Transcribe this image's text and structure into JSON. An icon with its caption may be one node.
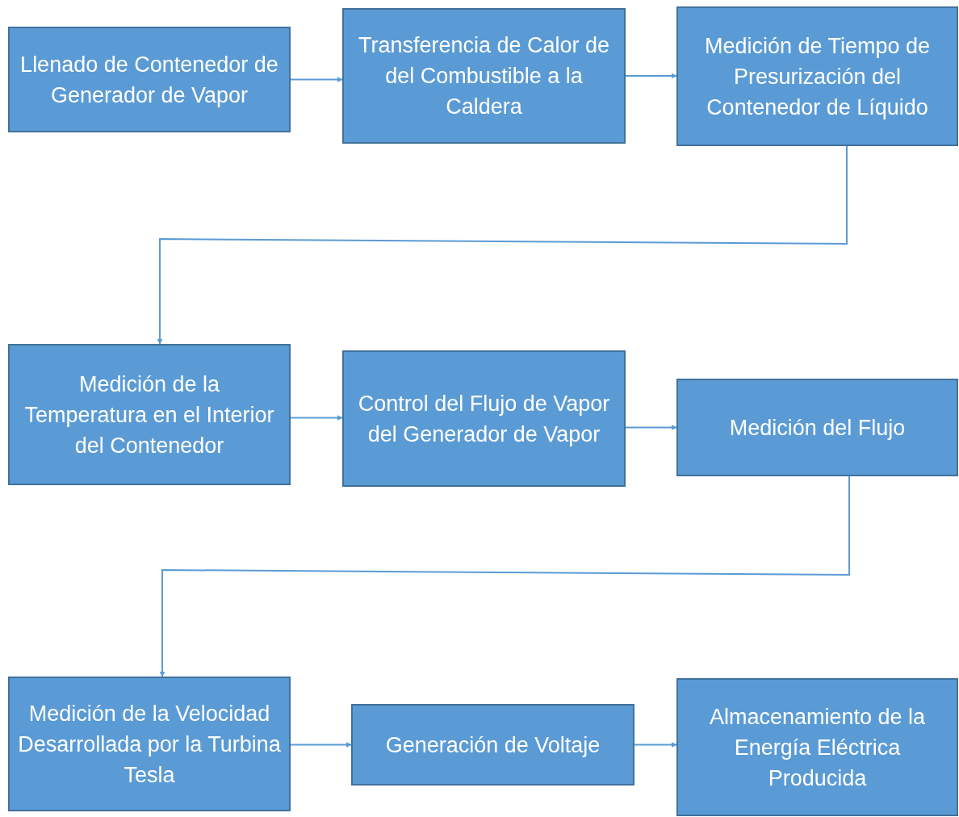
{
  "diagram": {
    "nodes": [
      {
        "text": [
          "Llenado de Contenedor de Generador de Vapor"
        ]
      },
      {
        "text": [
          "Transferencia de Calor de del Combustible a la Caldera"
        ]
      },
      {
        "text": [
          "Medición de Tiempo de Presurización del Contenedor de Líquido"
        ]
      },
      {
        "text": [
          "Medición de la Temperatura en el Interior del Contenedor"
        ]
      },
      {
        "text": [
          "Control del Flujo de Vapor del Generador de Vapor"
        ]
      },
      {
        "text": [
          "Medición del Flujo"
        ]
      },
      {
        "text": [
          "Medición de la Velocidad Desarrollada por la Turbina Tesla"
        ]
      },
      {
        "text": [
          "Generación de Voltaje"
        ]
      },
      {
        "text": [
          "Almacenamiento de la Energía Eléctrica Producida"
        ]
      }
    ],
    "edges": [
      {
        "from": 0,
        "to": 1,
        "arrow": "to"
      },
      {
        "from": 1,
        "to": 2,
        "arrow": "to"
      },
      {
        "from": 2,
        "to": 3,
        "arrow": "to"
      },
      {
        "from": 3,
        "to": 4,
        "arrow": "to"
      },
      {
        "from": 4,
        "to": 5,
        "arrow": "to"
      },
      {
        "from": 5,
        "to": 6,
        "arrow": "to"
      },
      {
        "from": 6,
        "to": 7,
        "arrow": "to"
      },
      {
        "from": 7,
        "to": 8,
        "arrow": "to"
      }
    ]
  }
}
